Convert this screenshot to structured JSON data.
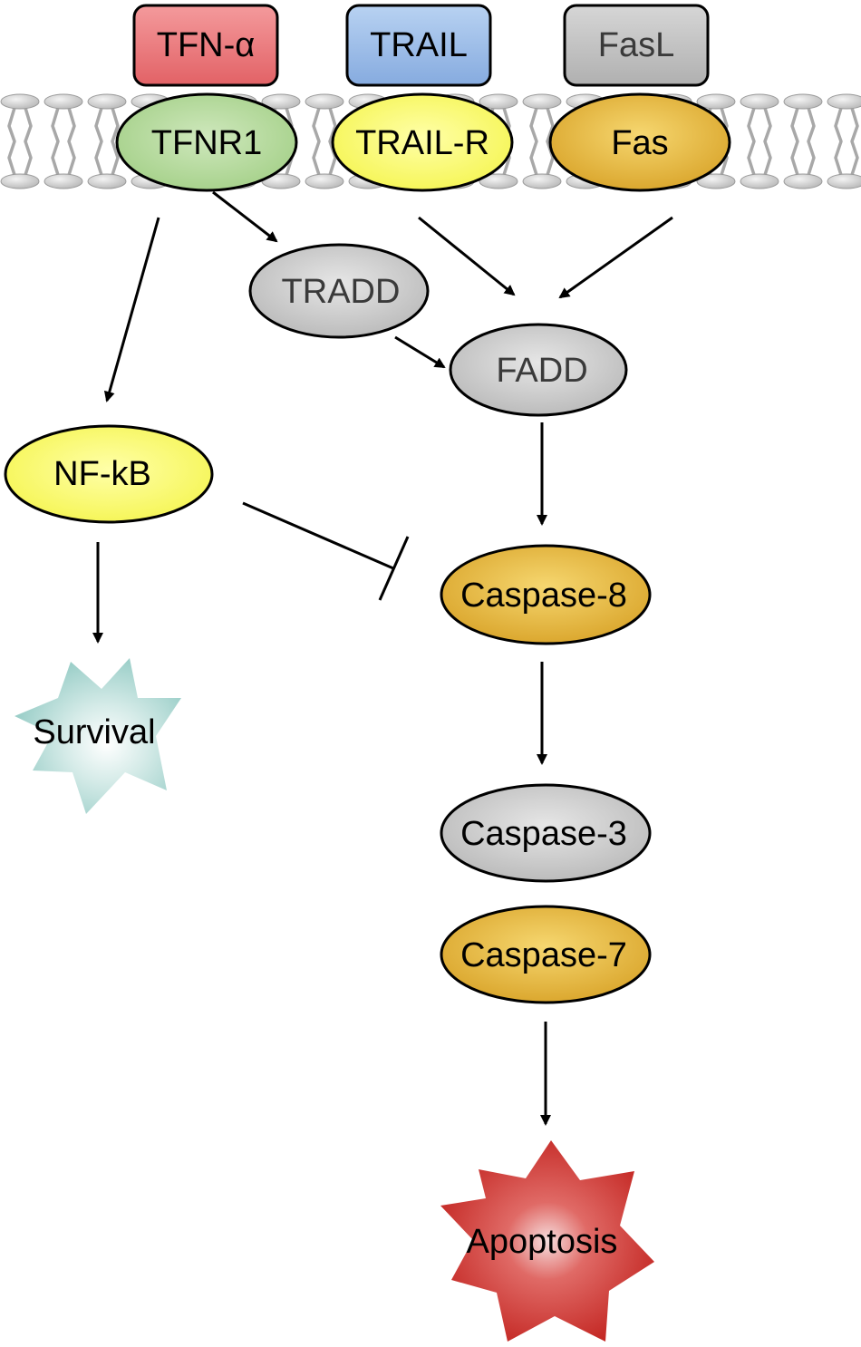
{
  "ligands": {
    "tnf_alpha": "TFN-α",
    "trail": "TRAIL",
    "fasl": "FasL"
  },
  "receptors": {
    "tnfr1": "TFNR1",
    "trail_r": "TRAIL-R",
    "fas": "Fas"
  },
  "adaptors": {
    "tradd": "TRADD",
    "fadd": "FADD"
  },
  "pathway": {
    "nfkb": "NF-kB",
    "caspase8": "Caspase-8",
    "caspase3": "Caspase-3",
    "caspase7": "Caspase-7"
  },
  "outcomes": {
    "survival": "Survival",
    "apoptosis": "Apoptosis"
  },
  "colors": {
    "tnf_alpha_fill": "#ee7b7e",
    "trail_fill": "#9ec0ea",
    "fasl_fill": "#c2c2c2",
    "tnfr1_fill": "#b7dba0",
    "yellow_fill": "#fbfb7a",
    "gold_fill": "#e8b83c",
    "gray_fill": "#cfcfcf",
    "survival_fill": "#a9d6d1",
    "apoptosis_fill": "#d0312d"
  }
}
